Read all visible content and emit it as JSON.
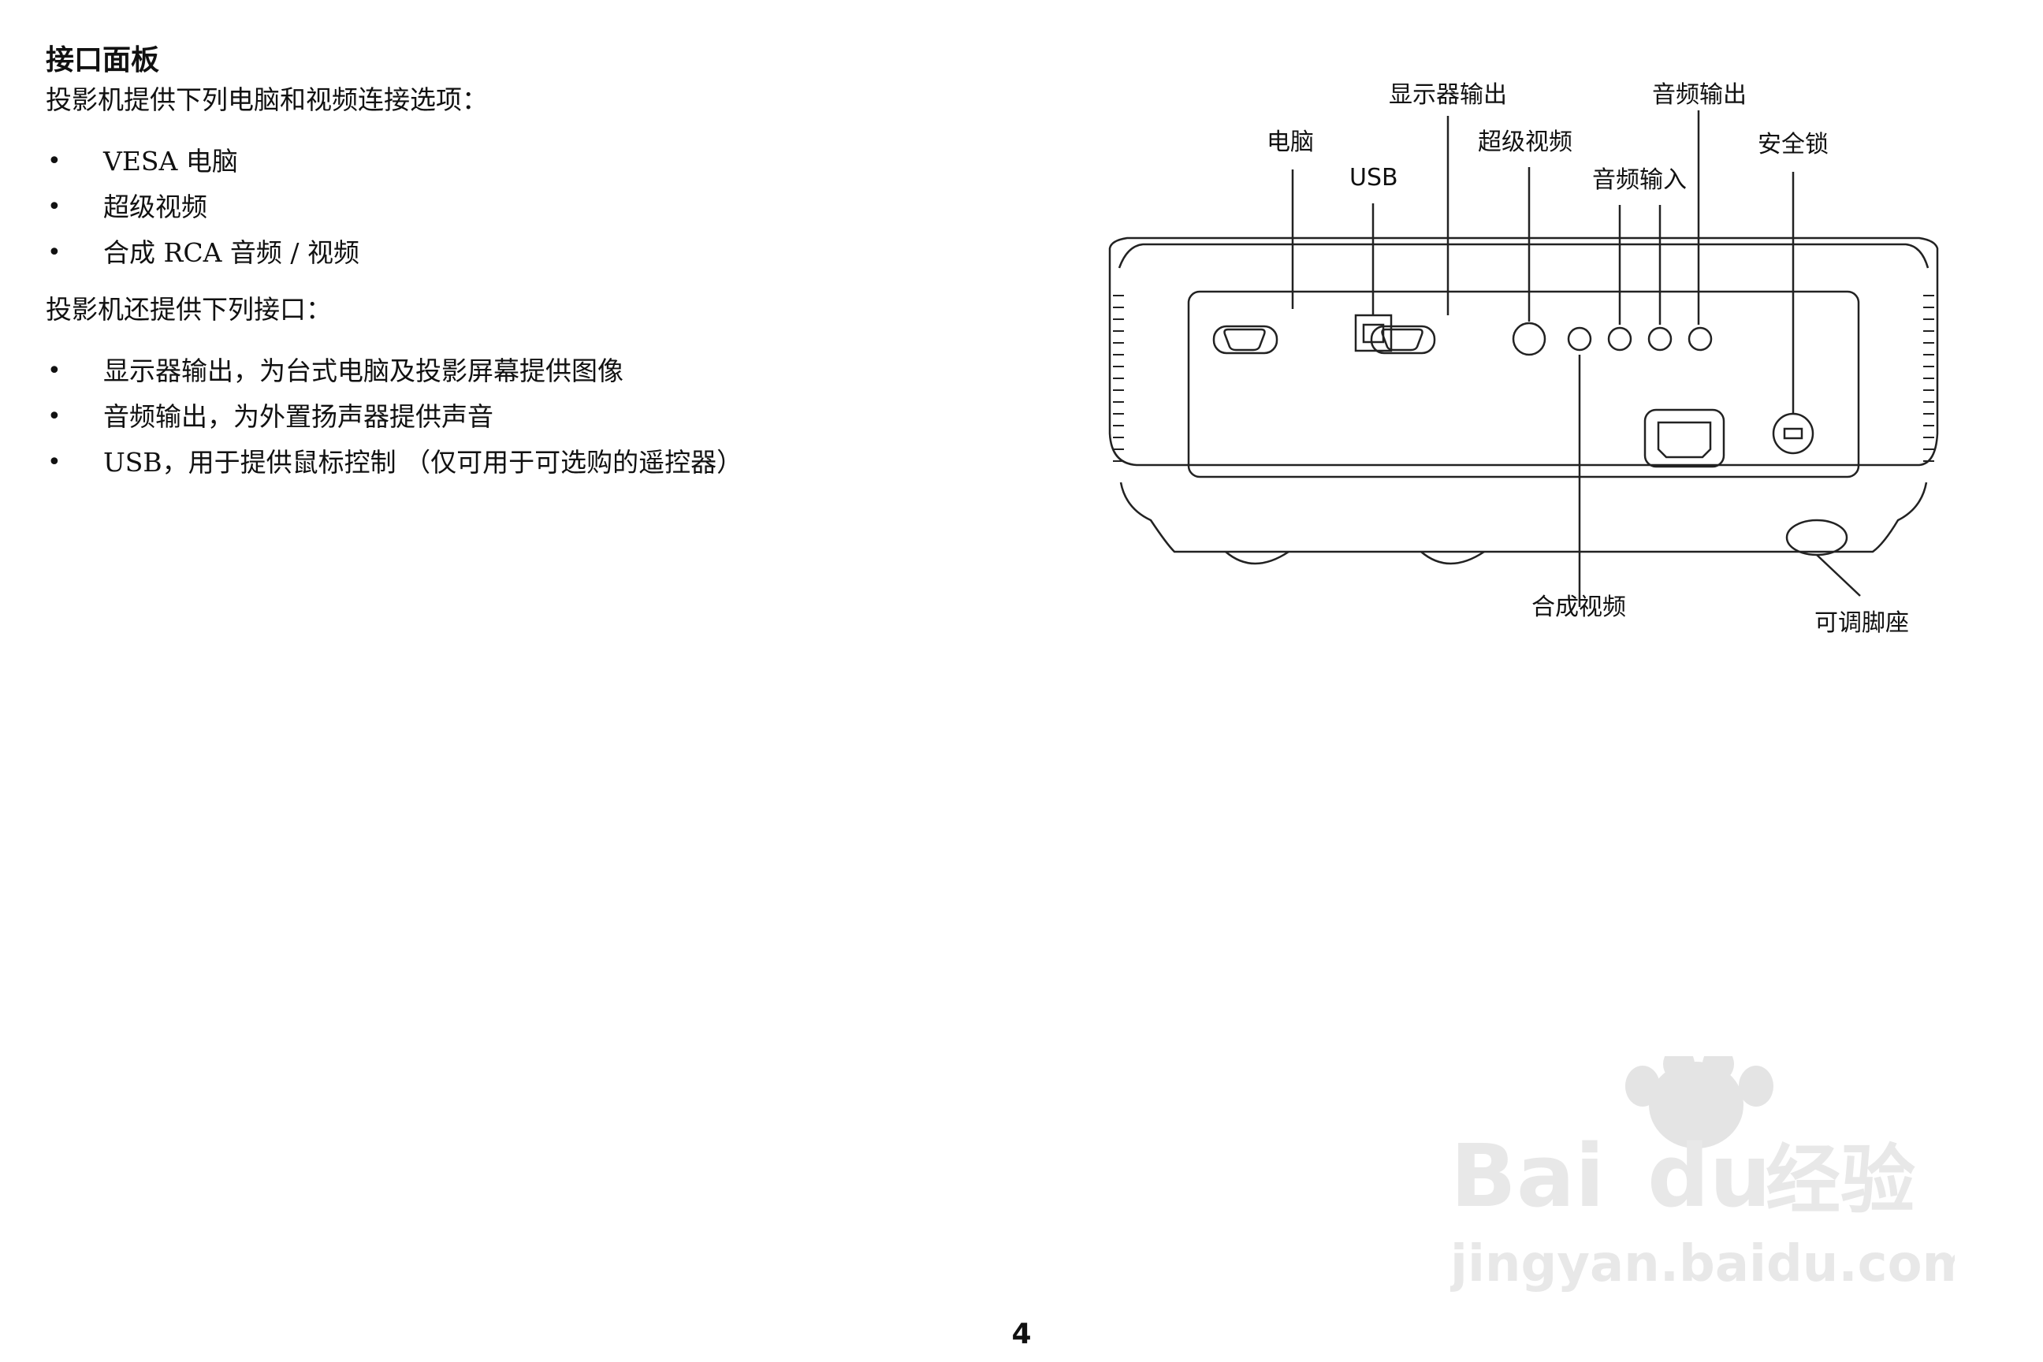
{
  "section": {
    "heading": "接口面板",
    "intro": "投影机提供下列电脑和视频连接选项：",
    "inputs": [
      "VESA 电脑",
      "超级视频",
      "合成 RCA 音频 / 视频"
    ],
    "also": "投影机还提供下列接口：",
    "outputs": [
      "显示器输出，为台式电脑及投影屏幕提供图像",
      "音频输出，为外置扬声器提供声音",
      "USB，用于提供鼠标控制 （仅可用于可选购的遥控器）"
    ]
  },
  "diagram": {
    "labels": {
      "computer": "电脑",
      "usb": "USB",
      "monitor_out": "显示器输出",
      "s_video": "超级视频",
      "audio_out": "音频输出",
      "audio_in": "音频输入",
      "security_lock": "安全锁",
      "composite_video": "合成视频",
      "adjustable_foot": "可调脚座"
    }
  },
  "page_number": "4",
  "watermark": {
    "brand": "Bai",
    "brand2": "du",
    "suffix": "经验",
    "url": "jingyan.baidu.com"
  }
}
